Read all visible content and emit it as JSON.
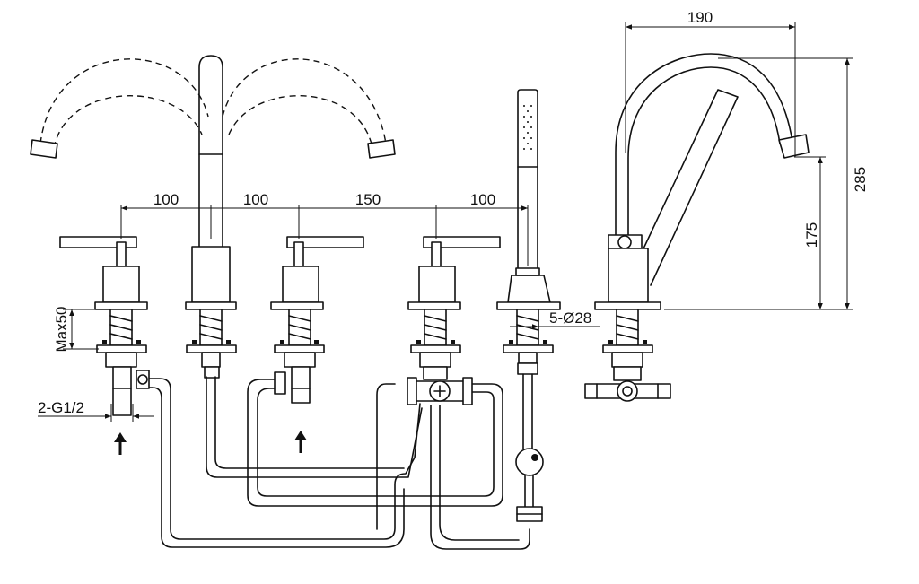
{
  "dimensions": {
    "spacing_1": "100",
    "spacing_2": "100",
    "spacing_3": "150",
    "spacing_4": "100",
    "spout_reach": "190",
    "total_height": "285",
    "spout_height": "175",
    "max_deck": "Max50",
    "inlet_thread": "2-G1/2",
    "hole_diameter": "5-Ø28"
  },
  "icons": [
    "inlet-arrow-icon",
    "inlet-arrow-icon"
  ]
}
